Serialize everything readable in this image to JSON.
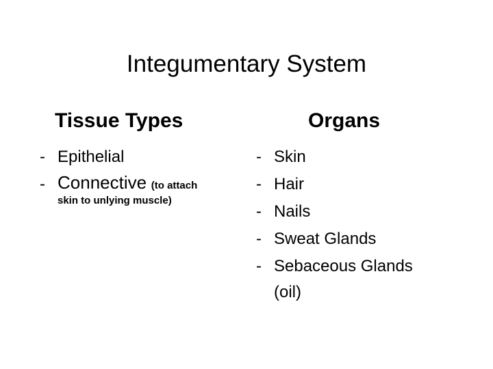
{
  "slide": {
    "title": "Integumentary System",
    "background_color": "#ffffff",
    "text_color": "#000000",
    "bullet_marker": "-"
  },
  "columns": [
    {
      "heading": "Tissue Types",
      "items": [
        {
          "text": "Epithelial",
          "note": "",
          "note_second_line": ""
        },
        {
          "text": "Connective",
          "note": "(to attach",
          "note_second_line": "skin to unlying muscle)"
        }
      ]
    },
    {
      "heading": "Organs",
      "items": [
        {
          "text": "Skin",
          "wrap_line": ""
        },
        {
          "text": "Hair",
          "wrap_line": ""
        },
        {
          "text": "Nails",
          "wrap_line": ""
        },
        {
          "text": "Sweat Glands",
          "wrap_line": ""
        },
        {
          "text": "Sebaceous Glands",
          "wrap_line": "(oil)"
        }
      ]
    }
  ]
}
